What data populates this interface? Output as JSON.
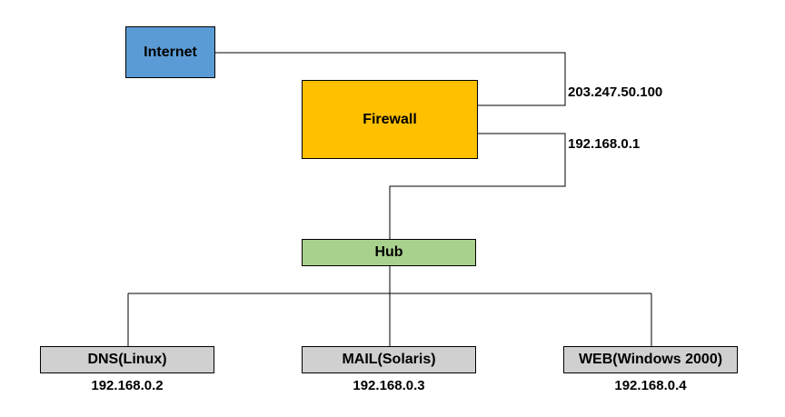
{
  "nodes": {
    "internet": "Internet",
    "firewall": "Firewall",
    "hub": "Hub",
    "dns": "DNS(Linux)",
    "mail": "MAIL(Solaris)",
    "web": "WEB(Windows 2000)"
  },
  "addresses": {
    "firewall_external": "203.247.50.100",
    "firewall_internal": "192.168.0.1",
    "dns": "192.168.0.2",
    "mail": "192.168.0.3",
    "web": "192.168.0.4"
  },
  "colors": {
    "internet": "#5b9bd5",
    "firewall": "#ffc000",
    "hub": "#a9d18e",
    "server": "#d0d0d0"
  }
}
